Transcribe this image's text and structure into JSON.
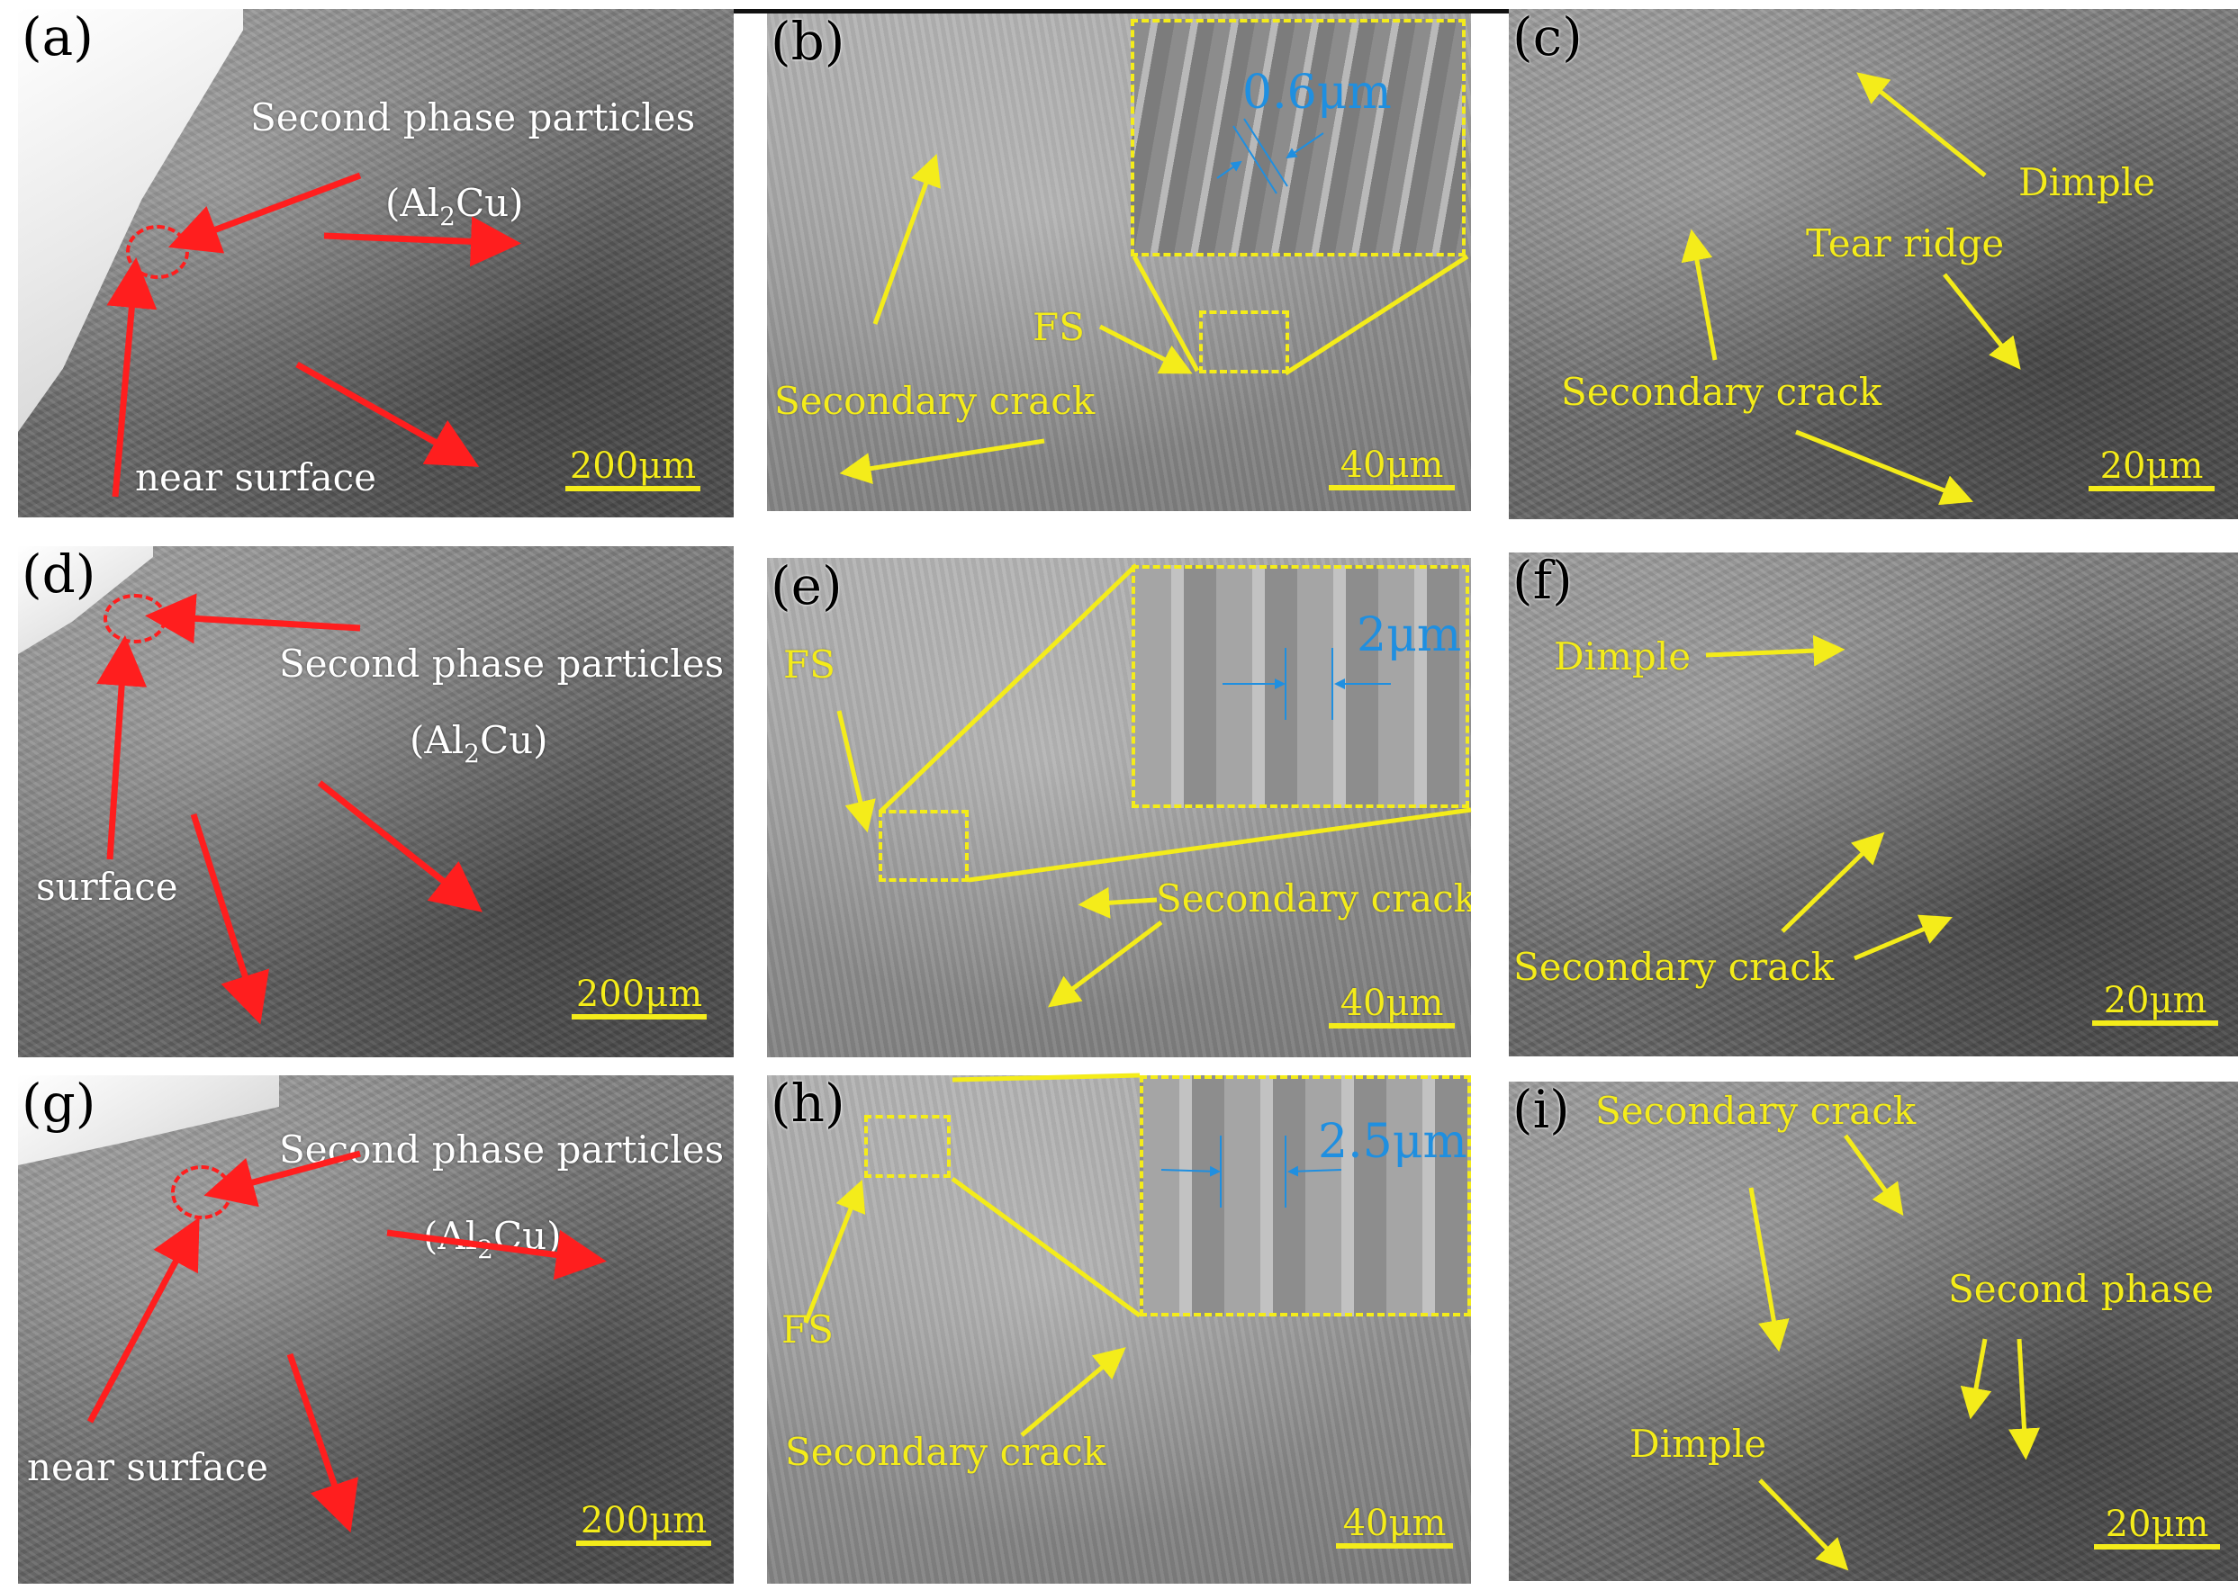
{
  "panels": {
    "a": {
      "label": "(a)",
      "ann1": "Second phase particles",
      "ann2_pre": "(Al",
      "ann2_sub": "2",
      "ann2_post": "Cu)",
      "ann3": "near surface",
      "scale": "200μm"
    },
    "b": {
      "label": "(b)",
      "inset": "0.6μm",
      "fs": "FS",
      "crack": "Secondary crack",
      "scale": "40μm"
    },
    "c": {
      "label": "(c)",
      "dimple": "Dimple",
      "ridge": "Tear ridge",
      "crack": "Secondary crack",
      "scale": "20μm"
    },
    "d": {
      "label": "(d)",
      "ann1": "Second phase particles",
      "ann2_pre": "(Al",
      "ann2_sub": "2",
      "ann2_post": "Cu)",
      "ann3": "surface",
      "scale": "200μm"
    },
    "e": {
      "label": "(e)",
      "inset": "2μm",
      "fs": "FS",
      "crack": "Secondary crack",
      "scale": "40μm"
    },
    "f": {
      "label": "(f)",
      "dimple": "Dimple",
      "crack": "Secondary crack",
      "scale": "20μm"
    },
    "g": {
      "label": "(g)",
      "ann1": "Second phase particles",
      "ann2_pre": "(Al",
      "ann2_sub": "2",
      "ann2_post": "Cu)",
      "ann3": "near surface",
      "scale": "200μm"
    },
    "h": {
      "label": "(h)",
      "inset": "2.5μm",
      "fs": "FS",
      "crack": "Secondary crack",
      "scale": "40μm"
    },
    "i": {
      "label": "(i)",
      "crack": "Secondary crack",
      "phase": "Second phase",
      "dimple": "Dimple",
      "scale": "20μm"
    }
  },
  "colors": {
    "arrow_red": "#ff1e1e",
    "annotation_yellow": "#f4ec1a",
    "measure_blue": "#1f8fe0",
    "annotation_white": "#ffffff"
  }
}
